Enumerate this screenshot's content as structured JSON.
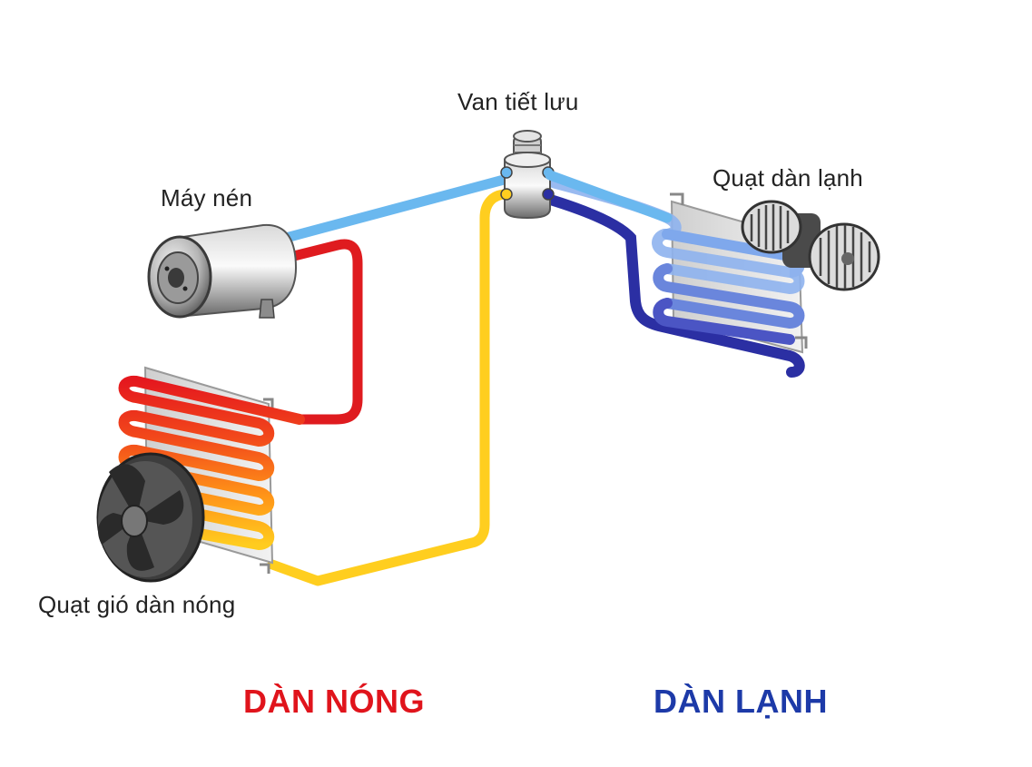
{
  "labels": {
    "expansion_valve": "Van tiết lưu",
    "compressor": "Máy nén",
    "evaporator_fan": "Quạt dàn lạnh",
    "condenser_fan": "Quạt gió dàn nóng"
  },
  "sections": {
    "hot_side": "DÀN NÓNG",
    "cold_side": "DÀN LẠNH"
  },
  "colors": {
    "hot_side_text": "#e0141c",
    "cold_side_text": "#1d3aa8",
    "pipe_light_blue": "#6ab8ef",
    "pipe_dark_blue": "#2b2fa3",
    "pipe_red": "#df1b1f",
    "pipe_yellow": "#ffce1f",
    "pipe_orange": "#ff8a1a"
  },
  "icons": [
    "compressor-icon",
    "expansion-valve-icon",
    "condenser-coil-icon",
    "condenser-fan-icon",
    "evaporator-coil-icon",
    "blower-fan-icon"
  ]
}
